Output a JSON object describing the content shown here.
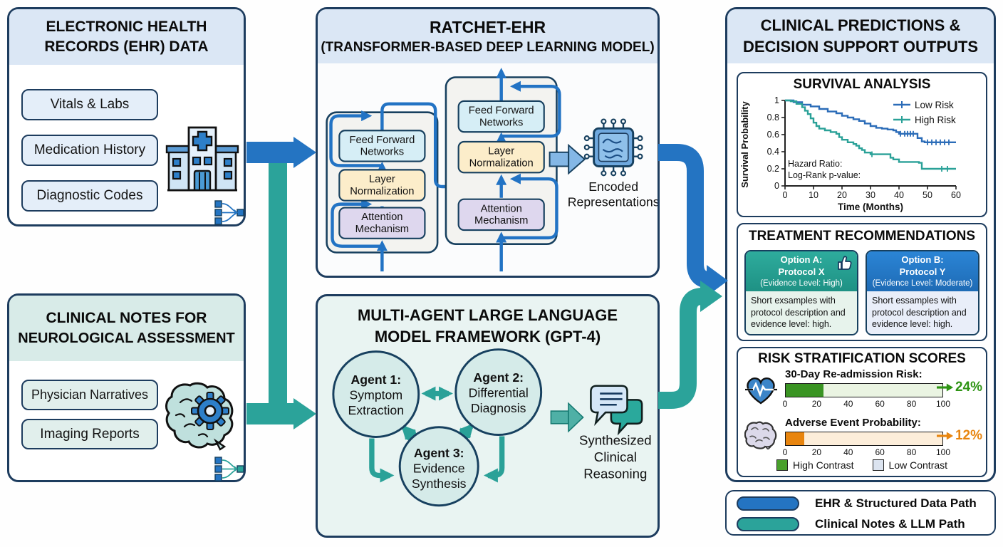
{
  "colors": {
    "navy_border": "#1d3c5e",
    "ehr_path_blue": "#2474c2",
    "llm_path_teal": "#2ba39a",
    "header_blue_bg": "#dbe7f5",
    "header_teal_bg": "#d8ebe8",
    "ffn_block": "#d6eef6",
    "layernorm_block": "#fcedca",
    "attention_block": "#ded7ee",
    "option_a_teal": "#27a094",
    "option_b_blue": "#2478c8",
    "risk_green": "#2f9415",
    "risk_orange": "#e8850f"
  },
  "icons": [
    "hospital-icon",
    "data-branch-icon",
    "brain-gear-icon",
    "chip-icon",
    "chat-bubbles-icon",
    "thumbs-up-icon",
    "heart-ecg-icon",
    "brain-icon"
  ],
  "ehr_panel": {
    "title_line1": "ELECTRONIC HEALTH",
    "title_line2": "RECORDS (EHR) DATA",
    "items": [
      "Vitals & Labs",
      "Medication History",
      "Diagnostic Codes"
    ]
  },
  "notes_panel": {
    "title_line1": "CLINICAL NOTES FOR",
    "title_line2": "NEUROLOGICAL ASSESSMENT",
    "items": [
      "Physician Narratives",
      "Imaging Reports"
    ]
  },
  "transformer_panel": {
    "title_line1": "RATCHET-EHR",
    "title_line2": "(TRANSFORMER-BASED DEEP LEARNING MODEL)",
    "block_ffn_line1": "Feed Forward",
    "block_ffn_line2": "Networks",
    "block_ln_line1": "Layer",
    "block_ln_line2": "Normalization",
    "block_attn_line1": "Attention",
    "block_attn_line2": "Mechanism",
    "output_line1": "Encoded",
    "output_line2": "Representations"
  },
  "llm_panel": {
    "title_line1": "MULTI-AGENT LARGE LANGUAGE",
    "title_line2": "MODEL FRAMEWORK (GPT-4)",
    "agents": [
      {
        "name": "Agent 1:",
        "line1": "Symptom",
        "line2": "Extraction"
      },
      {
        "name": "Agent 2:",
        "line1": "Differential",
        "line2": "Diagnosis"
      },
      {
        "name": "Agent 3:",
        "line1": "Evidence",
        "line2": "Synthesis"
      }
    ],
    "output_line1": "Synthesized",
    "output_line2": "Clinical",
    "output_line3": "Reasoning"
  },
  "outputs_panel": {
    "title_line1": "CLINICAL PREDICTIONS &",
    "title_line2": "DECISION SUPPORT OUTPUTS",
    "treatment": {
      "title": "TREATMENT RECOMMENDATIONS",
      "options": [
        {
          "line1": "Option A:",
          "line2": "Protocol X",
          "line3": "(Evidence Level: High)",
          "body": "Short exsamples with protocol description and evidence level: high."
        },
        {
          "line1": "Option B:",
          "line2": "Protocol Y",
          "line3": "(Evidence Level: Moderate)",
          "body": "Short essamples with protocol description and evidence level: high."
        }
      ]
    }
  },
  "path_legend": {
    "items": [
      {
        "label": "EHR & Structured Data Path",
        "color": "#2474c2"
      },
      {
        "label": "Clinical Notes & LLM Path",
        "color": "#2ba39a"
      }
    ]
  },
  "chart_data": [
    {
      "type": "line",
      "title": "SURVIVAL ANALYSIS",
      "xlabel": "Time (Months)",
      "ylabel": "Survival Probability",
      "xlim": [
        0,
        60
      ],
      "ylim": [
        0,
        1
      ],
      "xticks": [
        0,
        10,
        20,
        30,
        40,
        50,
        60
      ],
      "ytick_labels": [
        "1",
        "0.8",
        "0.6",
        "0.4",
        "0.2",
        "0"
      ],
      "ytick_values": [
        1,
        0.8,
        0.6,
        0.4,
        0.2,
        0
      ],
      "grid": false,
      "legend_position": "top-right",
      "annotation_line1": "Hazard Ratio:",
      "annotation_line2": "Log-Rank p-value:",
      "series": [
        {
          "name": "Low Risk",
          "color": "#2b6cb8",
          "step": true,
          "points": [
            [
              0,
              1
            ],
            [
              3,
              0.98
            ],
            [
              6,
              0.95
            ],
            [
              9,
              0.93
            ],
            [
              12,
              0.9
            ],
            [
              15,
              0.87
            ],
            [
              18,
              0.85
            ],
            [
              20,
              0.82
            ],
            [
              22,
              0.8
            ],
            [
              24,
              0.78
            ],
            [
              26,
              0.76
            ],
            [
              28,
              0.73
            ],
            [
              30,
              0.7
            ],
            [
              32,
              0.68
            ],
            [
              34,
              0.67
            ],
            [
              36,
              0.66
            ],
            [
              38,
              0.65
            ],
            [
              39,
              0.63
            ],
            [
              40,
              0.61
            ],
            [
              46,
              0.61
            ],
            [
              46.5,
              0.56
            ],
            [
              48,
              0.52
            ],
            [
              49,
              0.51
            ],
            [
              60,
              0.51
            ]
          ],
          "censors": [
            [
              40.5,
              0.61
            ],
            [
              42,
              0.61
            ],
            [
              43,
              0.61
            ],
            [
              44,
              0.61
            ],
            [
              45,
              0.61
            ],
            [
              50,
              0.51
            ],
            [
              51.5,
              0.51
            ],
            [
              53,
              0.51
            ],
            [
              54.5,
              0.51
            ],
            [
              56,
              0.51
            ],
            [
              57.5,
              0.51
            ]
          ]
        },
        {
          "name": "High Risk",
          "color": "#2aa198",
          "step": true,
          "points": [
            [
              0,
              1
            ],
            [
              2,
              0.99
            ],
            [
              4,
              0.96
            ],
            [
              6,
              0.92
            ],
            [
              7,
              0.88
            ],
            [
              8,
              0.84
            ],
            [
              9,
              0.79
            ],
            [
              10,
              0.74
            ],
            [
              11,
              0.7
            ],
            [
              12,
              0.67
            ],
            [
              14,
              0.65
            ],
            [
              16,
              0.63
            ],
            [
              18,
              0.61
            ],
            [
              19,
              0.57
            ],
            [
              20,
              0.54
            ],
            [
              22,
              0.51
            ],
            [
              24,
              0.49
            ],
            [
              25,
              0.47
            ],
            [
              26,
              0.44
            ],
            [
              27,
              0.42
            ],
            [
              28,
              0.39
            ],
            [
              30,
              0.37
            ],
            [
              36,
              0.37
            ],
            [
              37,
              0.33
            ],
            [
              38,
              0.31
            ],
            [
              40,
              0.28
            ],
            [
              47,
              0.27
            ],
            [
              48,
              0.2
            ],
            [
              60,
              0.2
            ]
          ],
          "censors": [
            [
              30.5,
              0.37
            ],
            [
              55,
              0.2
            ],
            [
              57,
              0.2
            ]
          ]
        }
      ]
    },
    {
      "type": "bar",
      "title": "RISK STRATIFICATION SCORES",
      "rows": [
        {
          "label": "30-Day Re-admission Risk:",
          "value": 24,
          "display": "24%",
          "max": 100,
          "color": "#3a9423",
          "track": "#eaf4e2",
          "ticks": [
            0,
            20,
            40,
            60,
            80,
            100
          ]
        },
        {
          "label": "Adverse Event Probability:",
          "value": 12,
          "display": "12%",
          "max": 100,
          "color": "#e8850f",
          "track": "#fdeeda",
          "ticks": [
            0,
            20,
            40,
            60,
            80,
            100
          ]
        }
      ],
      "legend": [
        {
          "label": "High Contrast",
          "color": "#49a02c"
        },
        {
          "label": "Low Contrast",
          "color": "#dce4f0"
        }
      ]
    }
  ]
}
